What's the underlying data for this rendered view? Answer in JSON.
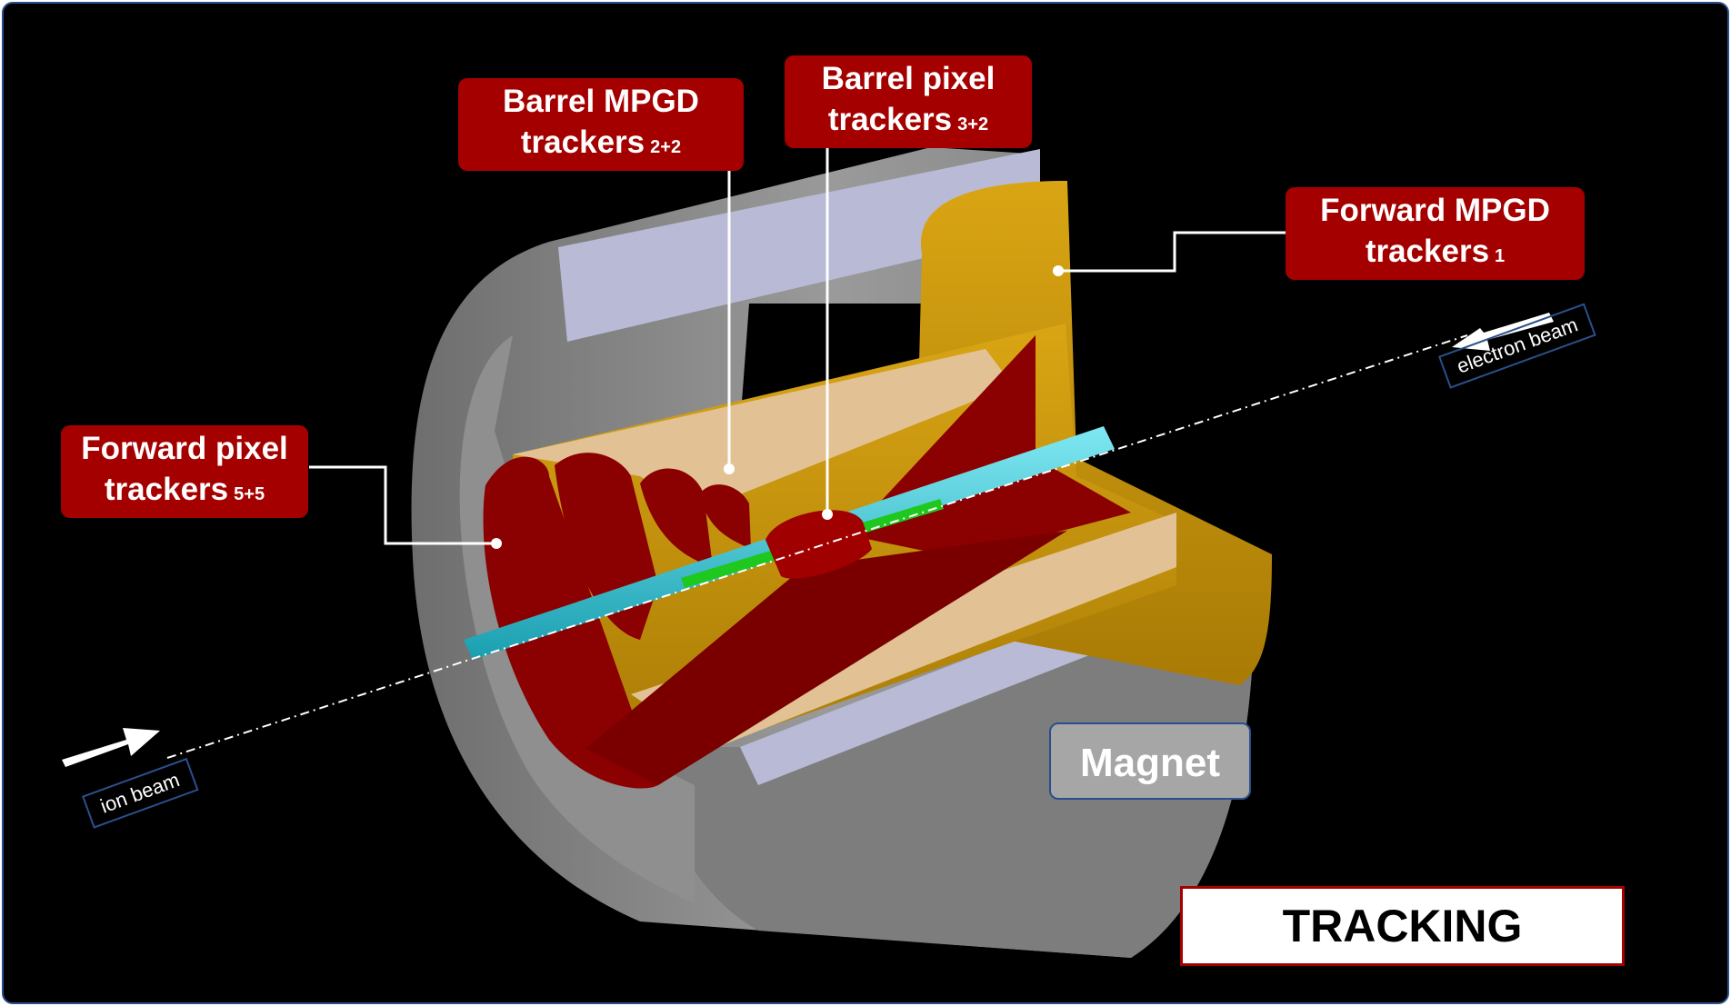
{
  "callouts": {
    "barrel_mpgd": {
      "line1": "Barrel MPGD",
      "line2": "trackers",
      "sub": "2+2"
    },
    "barrel_pixel": {
      "line1": "Barrel pixel",
      "line2": "trackers",
      "sub": "3+2"
    },
    "forward_mpgd": {
      "line1": "Forward MPGD",
      "line2": "trackers",
      "sub": "1"
    },
    "forward_pixel": {
      "line1": "Forward pixel",
      "line2": "trackers",
      "sub": "5+5"
    }
  },
  "beams": {
    "electron": "electron beam",
    "ion": "ion beam"
  },
  "magnet_label": "Magnet",
  "title": "TRACKING SYSTEM",
  "colors": {
    "background": "#000000",
    "callout": "#a50000",
    "magnet_outer": "#8c8c8c",
    "magnet_inner": "#b9bbd6",
    "mpgd_gold": "#c8960a",
    "pixel_red": "#8b0000",
    "beam_pipe": "#2ec4d6",
    "pixel_barrel_green": "#1ec81e",
    "frame": "#2b4f8c"
  }
}
